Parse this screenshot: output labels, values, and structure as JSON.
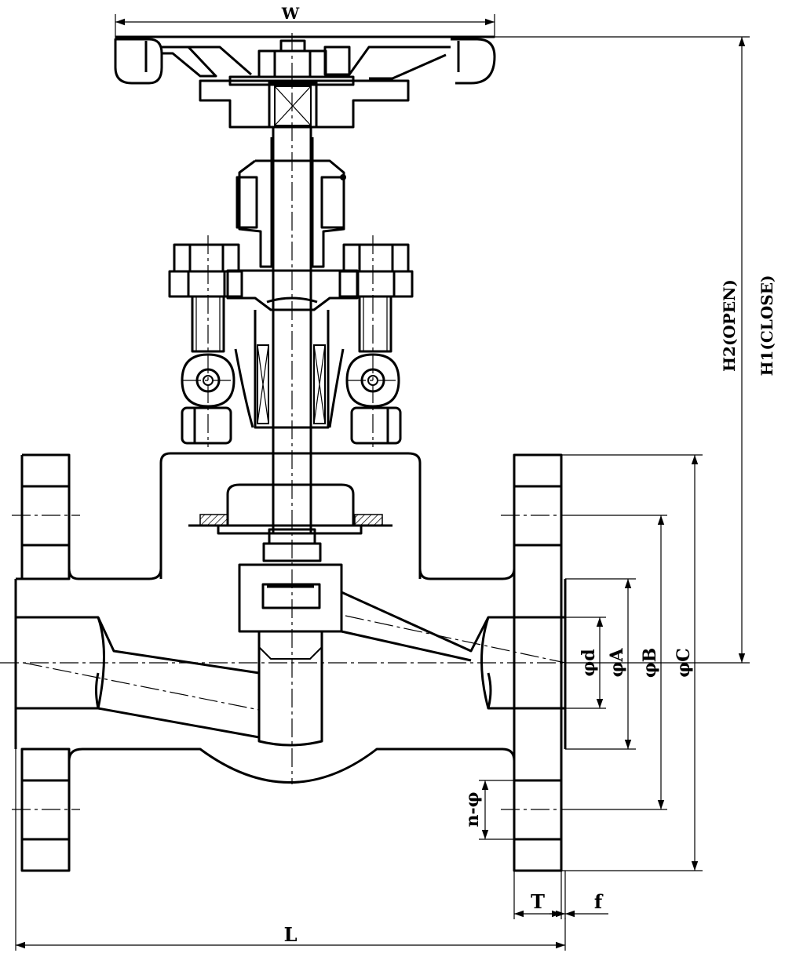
{
  "labels": {
    "W": "W",
    "L": "L",
    "T": "T",
    "f": "f",
    "H2": "H2(OPEN)",
    "H1": "H1(CLOSE)",
    "phi_d": "φd",
    "phi_A": "φA",
    "phi_B": "φB",
    "phi_C": "φC",
    "n_phi": "n-φ"
  },
  "colors": {
    "line": "#000000",
    "background": "#ffffff"
  }
}
